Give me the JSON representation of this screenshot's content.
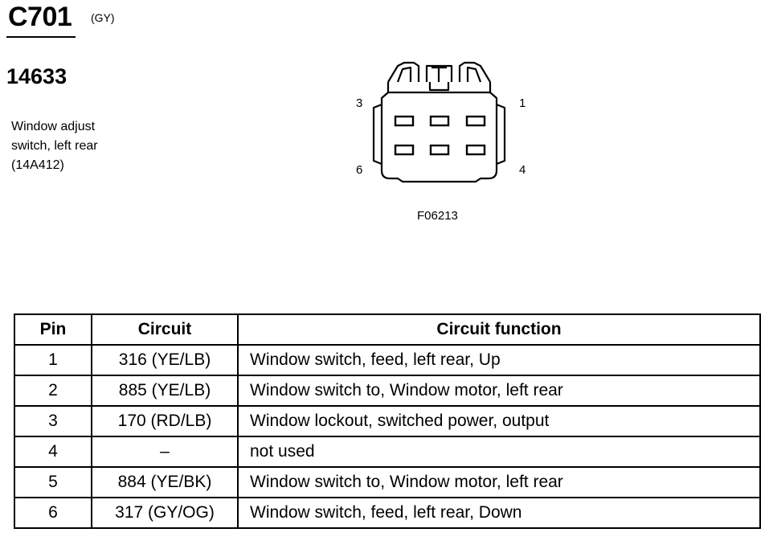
{
  "connector": {
    "id": "C701",
    "color": "(GY)",
    "part_number": "14633",
    "description": [
      "Window adjust",
      "switch, left rear",
      "(14A412)"
    ],
    "figure_code": "F06213",
    "pin_labels": {
      "top_left": "3",
      "top_right": "1",
      "bottom_left": "6",
      "bottom_right": "4"
    }
  },
  "table": {
    "headers": [
      "Pin",
      "Circuit",
      "Circuit function"
    ],
    "rows": [
      {
        "pin": "1",
        "circuit": "316 (YE/LB)",
        "function": "Window switch, feed, left rear, Up"
      },
      {
        "pin": "2",
        "circuit": "885 (YE/LB)",
        "function": "Window switch to, Window motor, left rear"
      },
      {
        "pin": "3",
        "circuit": "170 (RD/LB)",
        "function": "Window lockout, switched power, output"
      },
      {
        "pin": "4",
        "circuit": "–",
        "function": "not used"
      },
      {
        "pin": "5",
        "circuit": "884 (YE/BK)",
        "function": "Window switch to, Window motor, left rear"
      },
      {
        "pin": "6",
        "circuit": "317 (GY/OG)",
        "function": "Window switch, feed, left rear, Down"
      }
    ]
  }
}
